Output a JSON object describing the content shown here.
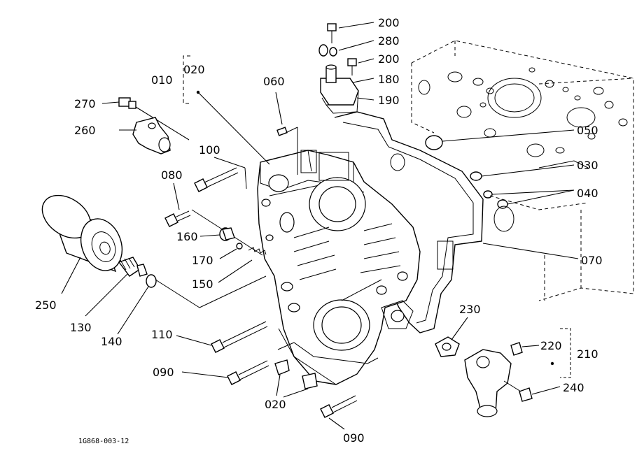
{
  "drawing_code": "1G868-003-12",
  "callouts": {
    "c010": "010",
    "c020a": "020",
    "c020b": "020",
    "c030": "030",
    "c040": "040",
    "c050": "050",
    "c060": "060",
    "c070": "070",
    "c080": "080",
    "c090a": "090",
    "c090b": "090",
    "c100": "100",
    "c110": "110",
    "c130": "130",
    "c140": "140",
    "c150": "150",
    "c160": "160",
    "c170": "170",
    "c180": "180",
    "c190": "190",
    "c200a": "200",
    "c200b": "200",
    "c210": "210",
    "c220": "220",
    "c230": "230",
    "c240": "240",
    "c250": "250",
    "c260": "260",
    "c270": "270",
    "c280": "280"
  }
}
